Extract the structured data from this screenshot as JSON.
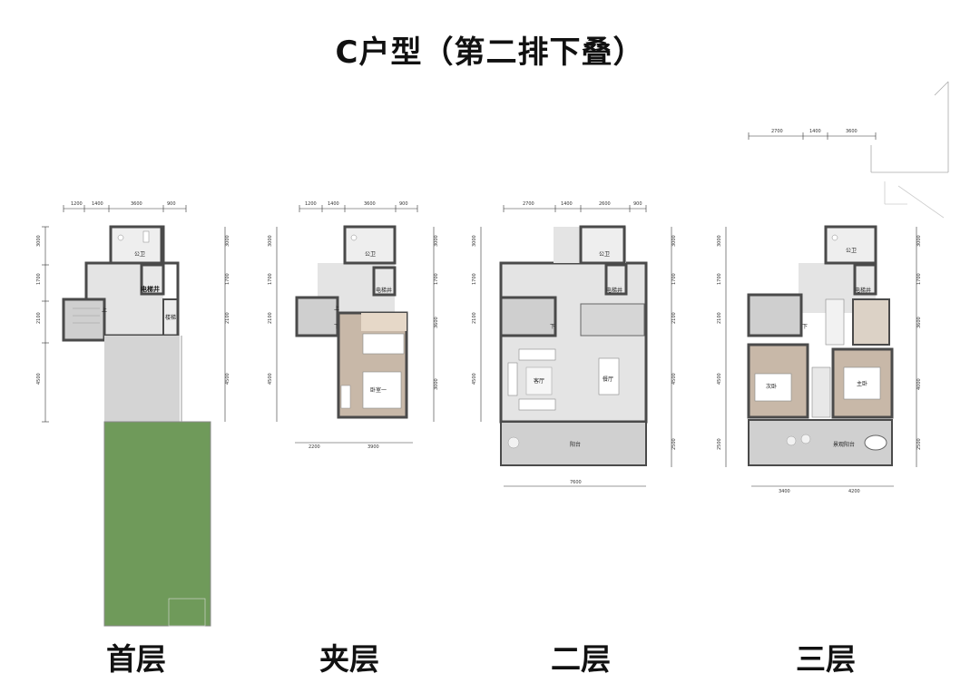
{
  "title": "C户型（第二排下叠）",
  "floors": [
    {
      "label": "首层",
      "top_dims": [
        "1200",
        "1400",
        "3600",
        "900"
      ],
      "side_dims": [
        "3000",
        "1700",
        "2100",
        "4500"
      ],
      "right_dims": [
        "3000",
        "1700",
        "2100",
        "4500"
      ],
      "rooms": {
        "toilet": "公卫",
        "elevator": "电梯井",
        "up": "上",
        "stair": "楼梯"
      }
    },
    {
      "label": "夹层",
      "top_dims": [
        "1200",
        "1400",
        "3600",
        "900"
      ],
      "side_dims": [
        "3000",
        "1700",
        "2100",
        "4500"
      ],
      "right_dims": [
        "3000",
        "1700",
        "3600",
        "3000"
      ],
      "bottom_dims": [
        "2200",
        "3900"
      ],
      "rooms": {
        "toilet": "公卫",
        "elevator": "电梯井",
        "up": "上",
        "down": "下",
        "bedroom": "卧室一"
      }
    },
    {
      "label": "二层",
      "top_dims": [
        "2700",
        "1400",
        "2600",
        "900"
      ],
      "side_dims": [
        "3000",
        "1700",
        "2100",
        "4500"
      ],
      "right_dims": [
        "3000",
        "1700",
        "2100",
        "4500",
        "2500"
      ],
      "bottom_dims": [
        "7600"
      ],
      "rooms": {
        "toilet": "公卫",
        "elevator": "电梯井",
        "down": "下",
        "living": "客厅",
        "dining": "餐厅",
        "balcony": "阳台"
      }
    },
    {
      "label": "三层",
      "top_dims": [
        "2700",
        "1400",
        "3600"
      ],
      "side_dims": [
        "3000",
        "1700",
        "2100",
        "4500",
        "2500"
      ],
      "right_dims": [
        "3000",
        "1700",
        "3600",
        "4000",
        "2500"
      ],
      "bottom_dims": [
        "3400",
        "4200"
      ],
      "rooms": {
        "toilet": "公卫",
        "elevator": "电梯井",
        "down": "下",
        "second_bed": "次卧",
        "master_bed": "主卧",
        "terrace": "景观阳台"
      }
    }
  ],
  "colors": {
    "wall": "#4a4a4a",
    "floor": "#e2e2e2",
    "wood": "#c8b8a8",
    "grass": "#6f9a5a",
    "balcony": "#d0d0d0"
  }
}
